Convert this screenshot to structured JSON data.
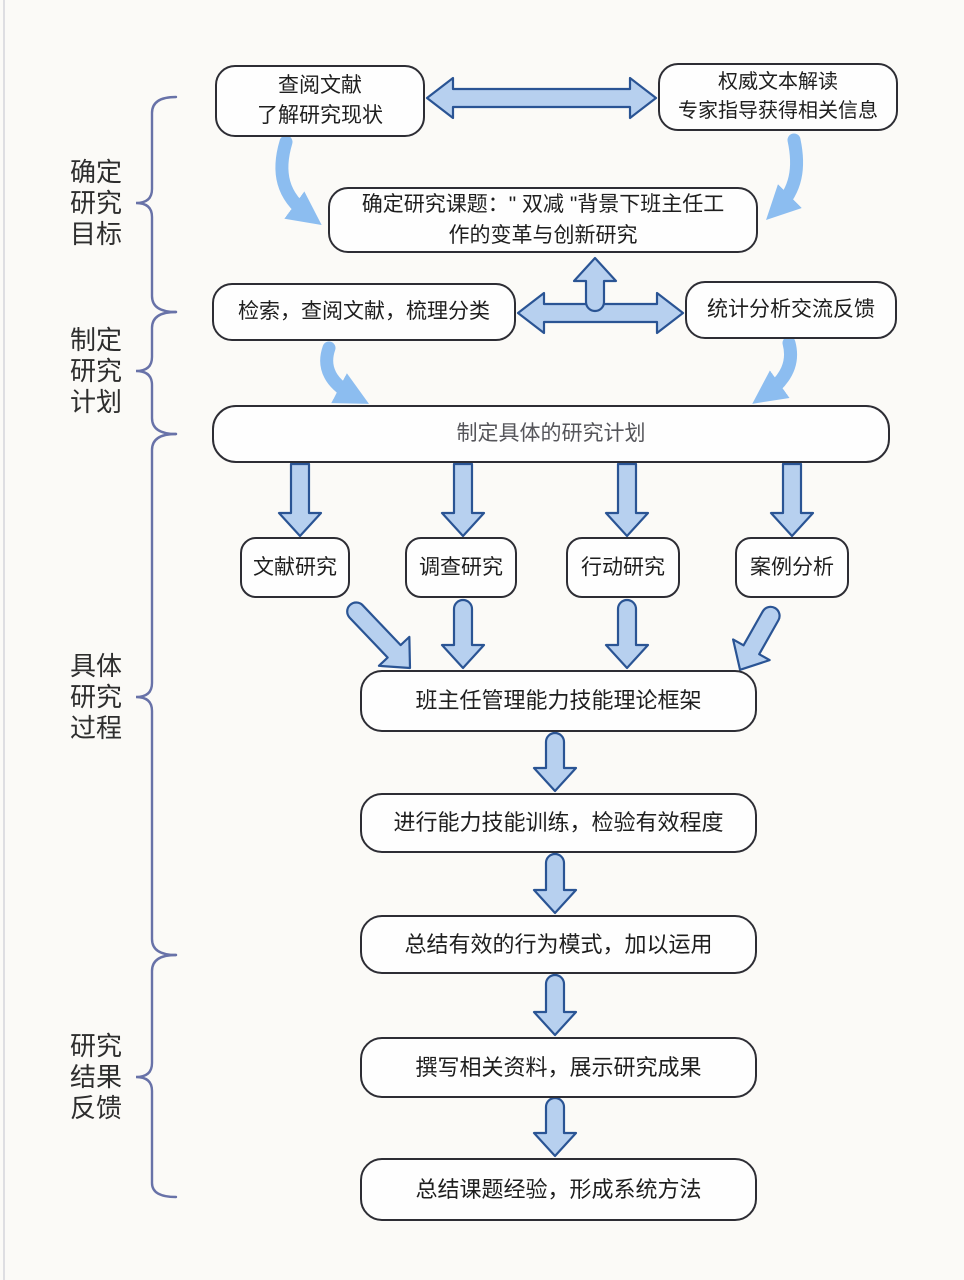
{
  "diagram_title": "",
  "colors": {
    "background": "#fbfaf7",
    "box_border": "#2d2d34",
    "box_fill": "#fefefe",
    "block_arrow_fill": "#b7d0ef",
    "block_arrow_stroke": "#2a5494",
    "curved_arrow": "#8cbdf0",
    "brace": "#6872a8",
    "text": "#1e1e1e",
    "muted_text": "#55555a"
  },
  "side_labels": {
    "goal": {
      "text": "确定\n研究\n目标"
    },
    "plan": {
      "text": "制定\n研究\n计划"
    },
    "process": {
      "text": "具体\n研究\n过程"
    },
    "feedback": {
      "text": "研究\n结果\n反馈"
    }
  },
  "nodes": {
    "lit_review": {
      "text": "查阅文献\n了解研究现状"
    },
    "authority": {
      "text": "权威文本解读\n专家指导获得相关信息"
    },
    "topic": {
      "text": "确定研究课题：\" 双减 \"背景下班主任工\n作的变革与创新研究"
    },
    "retrieval": {
      "text": "检索，查阅文献，梳理分类"
    },
    "statistics": {
      "text": "统计分析交流反馈"
    },
    "plan": {
      "text": "制定具体的研究计划"
    },
    "lit_research": {
      "text": "文献研究"
    },
    "survey": {
      "text": "调查研究"
    },
    "action": {
      "text": "行动研究"
    },
    "case": {
      "text": "案例分析"
    },
    "framework": {
      "text": "班主任管理能力技能理论框架"
    },
    "training": {
      "text": "进行能力技能训练，检验有效程度"
    },
    "behavior": {
      "text": "总结有效的行为模式，加以运用"
    },
    "materials": {
      "text": "撰写相关资料，展示研究成果"
    },
    "experience": {
      "text": "总结课题经验，形成系统方法"
    }
  },
  "edges": [
    {
      "from": "lit_review",
      "to": "authority",
      "type": "double-arrow"
    },
    {
      "from": "lit_review",
      "to": "topic",
      "type": "curved-arrow"
    },
    {
      "from": "authority",
      "to": "topic",
      "type": "curved-arrow"
    },
    {
      "from": "retrieval",
      "to": "statistics",
      "type": "double-arrow"
    },
    {
      "from": "retrieval-statistics-link",
      "to": "topic",
      "type": "up-arrow"
    },
    {
      "from": "retrieval",
      "to": "plan",
      "type": "curved-arrow"
    },
    {
      "from": "statistics",
      "to": "plan",
      "type": "curved-arrow"
    },
    {
      "from": "plan",
      "to": "lit_research",
      "type": "arrow"
    },
    {
      "from": "plan",
      "to": "survey",
      "type": "arrow"
    },
    {
      "from": "plan",
      "to": "action",
      "type": "arrow"
    },
    {
      "from": "plan",
      "to": "case",
      "type": "arrow"
    },
    {
      "from": "lit_research",
      "to": "framework",
      "type": "arrow"
    },
    {
      "from": "survey",
      "to": "framework",
      "type": "arrow"
    },
    {
      "from": "action",
      "to": "framework",
      "type": "arrow"
    },
    {
      "from": "case",
      "to": "framework",
      "type": "arrow"
    },
    {
      "from": "framework",
      "to": "training",
      "type": "arrow"
    },
    {
      "from": "training",
      "to": "behavior",
      "type": "arrow"
    },
    {
      "from": "behavior",
      "to": "materials",
      "type": "arrow"
    },
    {
      "from": "materials",
      "to": "experience",
      "type": "arrow"
    }
  ],
  "groups": [
    {
      "label": "确定研究目标",
      "covers": [
        "lit_review",
        "authority",
        "topic"
      ]
    },
    {
      "label": "制定研究计划",
      "covers": [
        "retrieval",
        "statistics",
        "plan"
      ]
    },
    {
      "label": "具体研究过程",
      "covers": [
        "lit_research",
        "survey",
        "action",
        "case",
        "framework",
        "training",
        "behavior"
      ]
    },
    {
      "label": "研究结果反馈",
      "covers": [
        "materials",
        "experience"
      ]
    }
  ]
}
